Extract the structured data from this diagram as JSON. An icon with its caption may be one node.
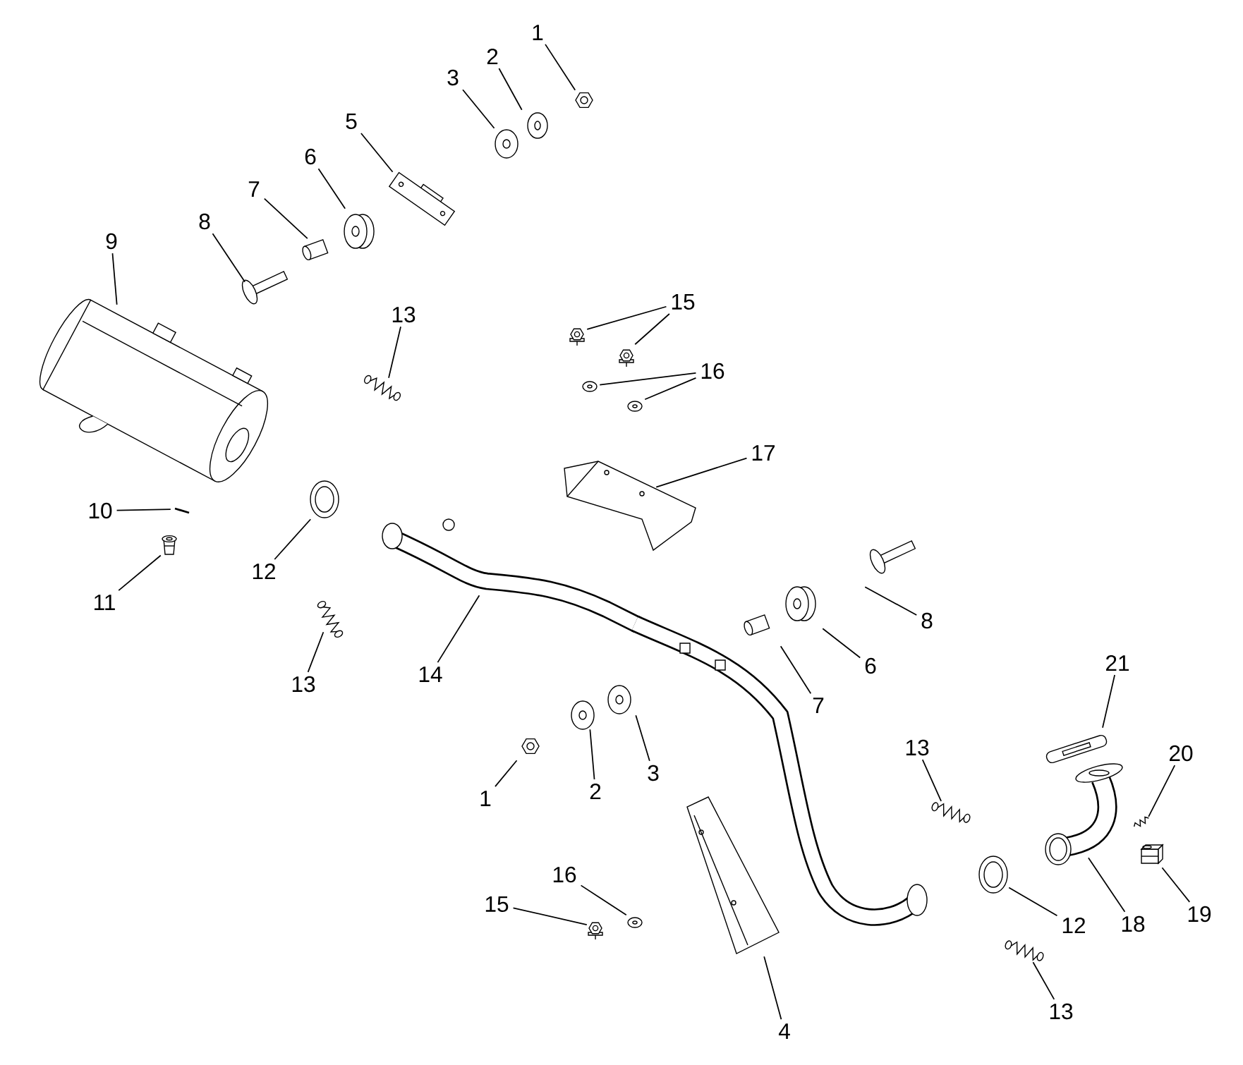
{
  "diagram": {
    "nodes": [
      {
        "text": [
          "1"
        ]
      },
      {
        "text": [],
        "shape": "picture"
      },
      {
        "text": [
          "2"
        ]
      },
      {
        "text": [],
        "shape": "picture"
      },
      {
        "text": [
          "3"
        ]
      },
      {
        "text": [],
        "shape": "picture"
      },
      {
        "text": [
          "5"
        ]
      },
      {
        "text": [],
        "shape": "picture"
      },
      {
        "text": [
          "6"
        ]
      },
      {
        "text": [],
        "shape": "picture"
      },
      {
        "text": [
          "7"
        ]
      },
      {
        "text": [],
        "shape": "picture"
      },
      {
        "text": [
          "8"
        ]
      },
      {
        "text": [],
        "shape": "picture"
      },
      {
        "text": [
          "9"
        ]
      },
      {
        "text": [],
        "shape": "picture"
      },
      {
        "text": [
          "15"
        ]
      },
      {
        "text": [],
        "shape": "picture"
      },
      {
        "text": [],
        "shape": "picture"
      },
      {
        "text": [
          "13"
        ]
      },
      {
        "text": [],
        "shape": "picture"
      },
      {
        "text": [
          "16"
        ]
      },
      {
        "text": [],
        "shape": "picture"
      },
      {
        "text": [],
        "shape": "picture"
      },
      {
        "text": [
          "17"
        ]
      },
      {
        "text": [],
        "shape": "picture"
      },
      {
        "text": [
          "10"
        ]
      },
      {
        "text": [],
        "shape": "picture"
      },
      {
        "text": [
          "12"
        ]
      },
      {
        "text": [],
        "shape": "picture"
      },
      {
        "text": [
          "11"
        ]
      },
      {
        "text": [],
        "shape": "picture"
      },
      {
        "text": [
          "14"
        ]
      },
      {
        "text": [],
        "shape": "picture"
      },
      {
        "text": [
          "8"
        ]
      },
      {
        "text": [],
        "shape": "picture"
      },
      {
        "text": [
          "6"
        ]
      },
      {
        "text": [],
        "shape": "picture"
      },
      {
        "text": [
          "7"
        ]
      },
      {
        "text": [],
        "shape": "picture"
      },
      {
        "text": [
          "13"
        ]
      },
      {
        "text": [],
        "shape": "picture"
      },
      {
        "text": [
          "21"
        ]
      },
      {
        "text": [],
        "shape": "picture"
      },
      {
        "text": [
          "20"
        ]
      },
      {
        "text": [],
        "shape": "picture"
      },
      {
        "text": [
          "13"
        ]
      },
      {
        "text": [],
        "shape": "picture"
      },
      {
        "text": [
          "1"
        ]
      },
      {
        "text": [],
        "shape": "picture"
      },
      {
        "text": [
          "2"
        ]
      },
      {
        "text": [],
        "shape": "picture"
      },
      {
        "text": [
          "3"
        ]
      },
      {
        "text": [],
        "shape": "picture"
      },
      {
        "text": [
          "16"
        ]
      },
      {
        "text": [],
        "shape": "picture"
      },
      {
        "text": [
          "15"
        ]
      },
      {
        "text": [],
        "shape": "picture"
      },
      {
        "text": [
          "12"
        ]
      },
      {
        "text": [],
        "shape": "picture"
      },
      {
        "text": [
          "18"
        ]
      },
      {
        "text": [],
        "shape": "picture"
      },
      {
        "text": [
          "19"
        ]
      },
      {
        "text": [],
        "shape": "picture"
      },
      {
        "text": [
          "4"
        ]
      },
      {
        "text": [],
        "shape": "picture"
      },
      {
        "text": [
          "13"
        ]
      },
      {
        "text": [],
        "shape": "picture"
      }
    ],
    "edges": [
      {
        "from": 0,
        "to": 1,
        "arrow": "none"
      },
      {
        "from": 2,
        "to": 3,
        "arrow": "none"
      },
      {
        "from": 4,
        "to": 5,
        "arrow": "none"
      },
      {
        "from": 6,
        "to": 7,
        "arrow": "none"
      },
      {
        "from": 8,
        "to": 9,
        "arrow": "none"
      },
      {
        "from": 10,
        "to": 11,
        "arrow": "none"
      },
      {
        "from": 12,
        "to": 13,
        "arrow": "none"
      },
      {
        "from": 14,
        "to": 15,
        "arrow": "none"
      },
      {
        "from": 16,
        "to": 17,
        "arrow": "none"
      },
      {
        "from": 16,
        "to": 18,
        "arrow": "none"
      },
      {
        "from": 19,
        "to": 20,
        "arrow": "none"
      },
      {
        "from": 21,
        "to": 22,
        "arrow": "none"
      },
      {
        "from": 21,
        "to": 23,
        "arrow": "none"
      },
      {
        "from": 24,
        "to": 25,
        "arrow": "none"
      },
      {
        "from": 26,
        "to": 27,
        "arrow": "none"
      },
      {
        "from": 28,
        "to": 29,
        "arrow": "none"
      },
      {
        "from": 30,
        "to": 31,
        "arrow": "none"
      },
      {
        "from": 32,
        "to": 33,
        "arrow": "none"
      },
      {
        "from": 34,
        "to": 35,
        "arrow": "none"
      },
      {
        "from": 36,
        "to": 37,
        "arrow": "none"
      },
      {
        "from": 38,
        "to": 39,
        "arrow": "none"
      },
      {
        "from": 40,
        "to": 41,
        "arrow": "none"
      },
      {
        "from": 42,
        "to": 43,
        "arrow": "none"
      },
      {
        "from": 44,
        "to": 45,
        "arrow": "none"
      },
      {
        "from": 46,
        "to": 47,
        "arrow": "none"
      },
      {
        "from": 48,
        "to": 49,
        "arrow": "none"
      },
      {
        "from": 50,
        "to": 51,
        "arrow": "none"
      },
      {
        "from": 52,
        "to": 53,
        "arrow": "none"
      },
      {
        "from": 54,
        "to": 55,
        "arrow": "none"
      },
      {
        "from": 56,
        "to": 57,
        "arrow": "none"
      },
      {
        "from": 58,
        "to": 59,
        "arrow": "none"
      },
      {
        "from": 60,
        "to": 61,
        "arrow": "none"
      },
      {
        "from": 62,
        "to": 63,
        "arrow": "none"
      },
      {
        "from": 64,
        "to": 65,
        "arrow": "none"
      },
      {
        "from": 66,
        "to": 67,
        "arrow": "none"
      }
    ]
  }
}
